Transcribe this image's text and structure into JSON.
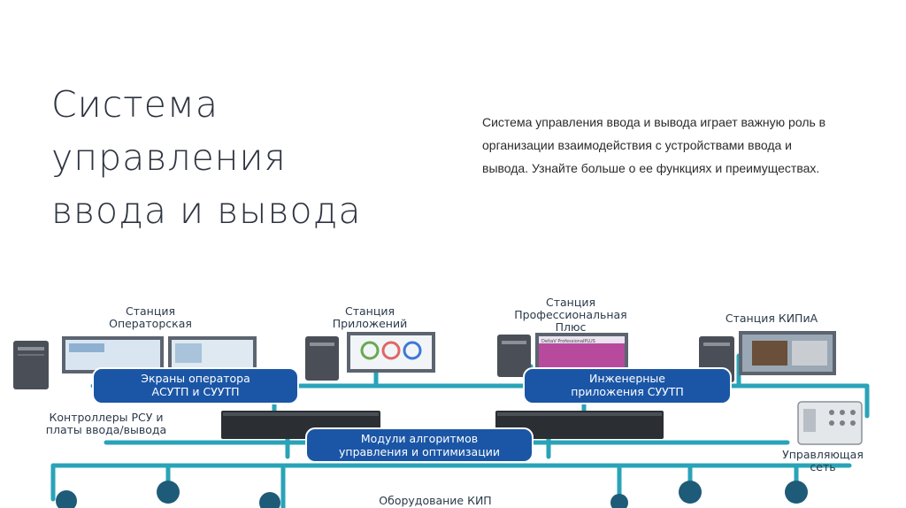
{
  "slide": {
    "title_lines": [
      "Система",
      "управления",
      "ввода и вывода"
    ],
    "description": "Система управления ввода и вывода играет важную роль в организации взаимодействия с устройствами ввода и вывода. Узнайте больше о ее функциях и преимуществах."
  },
  "diagram": {
    "station_operator": [
      "Станция",
      "Операторская"
    ],
    "station_apps": [
      "Станция",
      "Приложений"
    ],
    "station_pro": [
      "Станция",
      "Профессиональная",
      "Плюс"
    ],
    "station_kip": "Станция КИПиА",
    "pill_operator_screens": [
      "Экраны оператора",
      "АСУТП и СУУТП"
    ],
    "pill_engineering_apps": [
      "Инженерные",
      "приложения СУУТП"
    ],
    "controllers": [
      "Контроллеры РСУ и",
      "платы ввода/вывода"
    ],
    "pill_modules": [
      "Модули алгоритмов",
      "управления и оптимизации"
    ],
    "control_network": [
      "Управляющая",
      "сеть"
    ],
    "field_equipment": "Оборудование КИП",
    "screen_brand": "DeltaV ProfessionalPLUS"
  },
  "colors": {
    "pill": "#1b56a6",
    "network_line": "#2aa3b8",
    "text_dark": "#2e3440"
  }
}
